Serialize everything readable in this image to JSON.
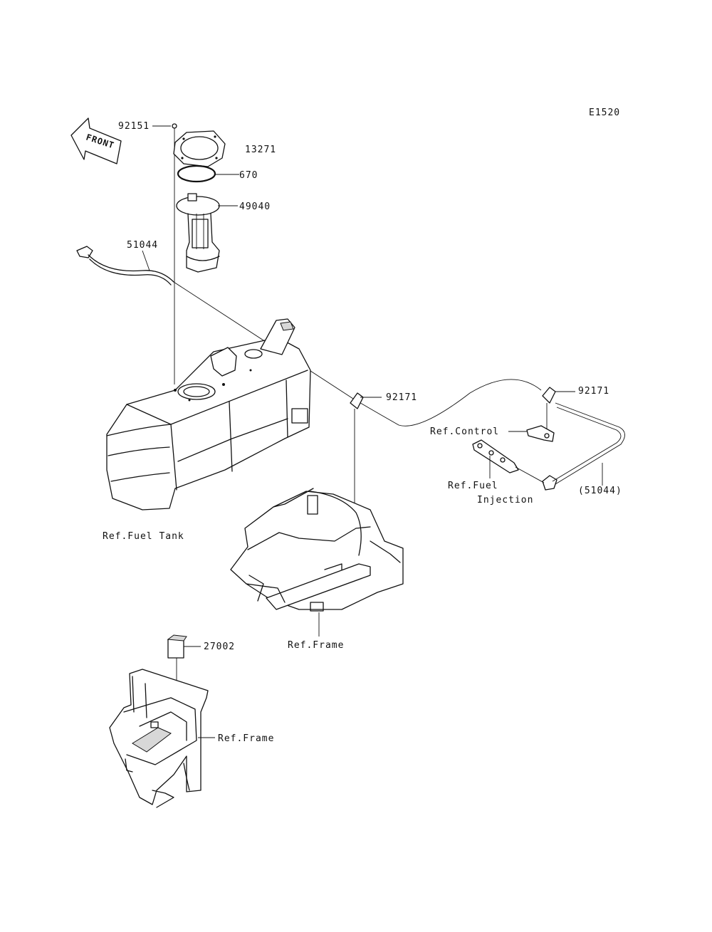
{
  "diagram_id": "E1520",
  "front_label": "FRONT",
  "part_numbers": {
    "p92151": "92151",
    "p13271": "13271",
    "p670": "670",
    "p49040": "49040",
    "p51044": "51044",
    "p92171_a": "92171",
    "p92171_b": "92171",
    "p51044_ref": "(51044)",
    "p27002": "27002"
  },
  "references": {
    "fuel_tank": "Ref.Fuel Tank",
    "control": "Ref.Control",
    "fuel_injection_1": "Ref.Fuel",
    "fuel_injection_2": "Injection",
    "frame_center": "Ref.Frame",
    "frame_lower": "Ref.Frame"
  }
}
